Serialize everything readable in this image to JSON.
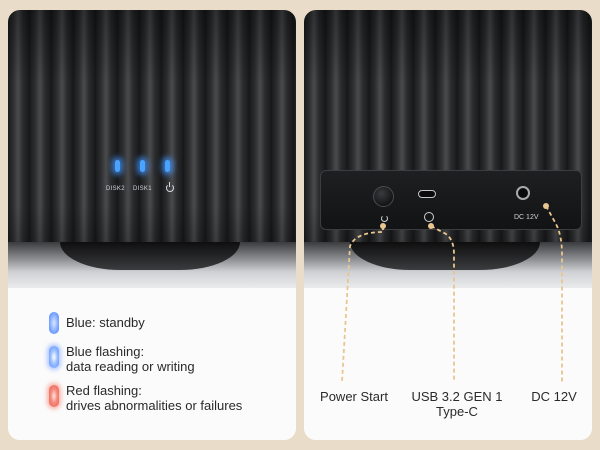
{
  "left": {
    "led_labels": [
      "DISK2",
      "DISK1"
    ],
    "legend": [
      {
        "lines": [
          "Blue: standby"
        ],
        "icon_color": "#7aa8ff",
        "icon": "blue-led-icon"
      },
      {
        "lines": [
          "Blue flashing:",
          "data reading or writing"
        ],
        "icon_color": "#7aa8ff",
        "icon": "blue-flashing-led-icon"
      },
      {
        "lines": [
          "Red flashing:",
          "drives abnormalities or failures"
        ],
        "icon_color": "#f37a6c",
        "icon": "red-flashing-led-icon"
      }
    ]
  },
  "right": {
    "dc_port_text": "DC 12V",
    "labels": {
      "power": "Power Start",
      "usb_line1": "USB 3.2 GEN 1",
      "usb_line2": "Type-C",
      "dc": "DC 12V"
    },
    "callout_color": "#e9c58f"
  }
}
